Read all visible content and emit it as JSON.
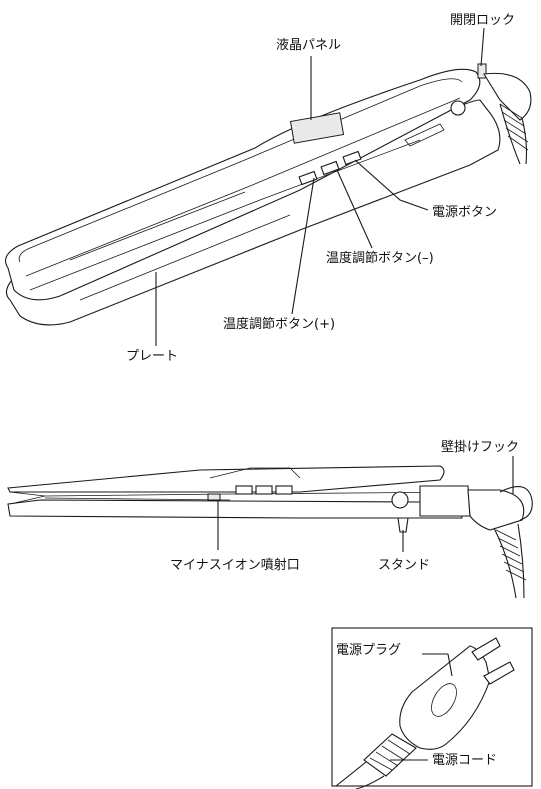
{
  "top_view": {
    "labels": {
      "lcd_panel": "液晶パネル",
      "lock": "開閉ロック",
      "power_button": "電源ボタン",
      "temp_minus": "温度調節ボタン(–)",
      "temp_plus": "温度調節ボタン(+)",
      "plate": "プレート"
    }
  },
  "side_view": {
    "labels": {
      "hook": "壁掛けフック",
      "ion_outlet": "マイナスイオン噴射口",
      "stand": "スタンド"
    }
  },
  "plug_view": {
    "labels": {
      "plug": "電源プラグ",
      "cord": "電源コード"
    }
  }
}
